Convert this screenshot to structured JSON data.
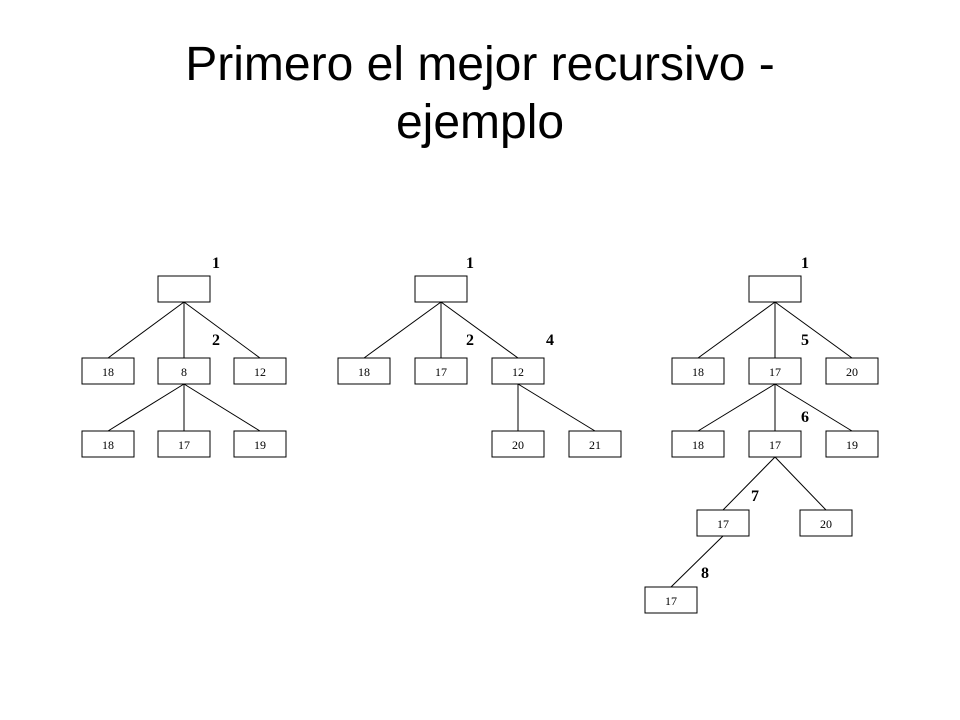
{
  "title": {
    "line1": "Primero el mejor recursivo -",
    "line2": "ejemplo"
  },
  "trees": [
    {
      "nodes": [
        {
          "id": "root",
          "label": ""
        },
        {
          "id": "a",
          "label": "18"
        },
        {
          "id": "b",
          "label": "8"
        },
        {
          "id": "c",
          "label": "12"
        },
        {
          "id": "d",
          "label": "18"
        },
        {
          "id": "e",
          "label": "17"
        },
        {
          "id": "f",
          "label": "19"
        }
      ],
      "step_labels": [
        "1",
        "2"
      ]
    },
    {
      "nodes": [
        {
          "id": "root",
          "label": ""
        },
        {
          "id": "a",
          "label": "18"
        },
        {
          "id": "b",
          "label": "17"
        },
        {
          "id": "c",
          "label": "12"
        },
        {
          "id": "d",
          "label": "20"
        },
        {
          "id": "e",
          "label": "21"
        }
      ],
      "step_labels": [
        "1",
        "2",
        "4"
      ]
    },
    {
      "nodes": [
        {
          "id": "root",
          "label": ""
        },
        {
          "id": "a",
          "label": "18"
        },
        {
          "id": "b",
          "label": "17"
        },
        {
          "id": "c",
          "label": "20"
        },
        {
          "id": "d",
          "label": "18"
        },
        {
          "id": "e",
          "label": "17"
        },
        {
          "id": "f",
          "label": "19"
        },
        {
          "id": "g",
          "label": "17"
        },
        {
          "id": "h",
          "label": "20"
        },
        {
          "id": "i",
          "label": "17"
        }
      ],
      "step_labels": [
        "1",
        "5",
        "6",
        "7",
        "8"
      ]
    }
  ]
}
